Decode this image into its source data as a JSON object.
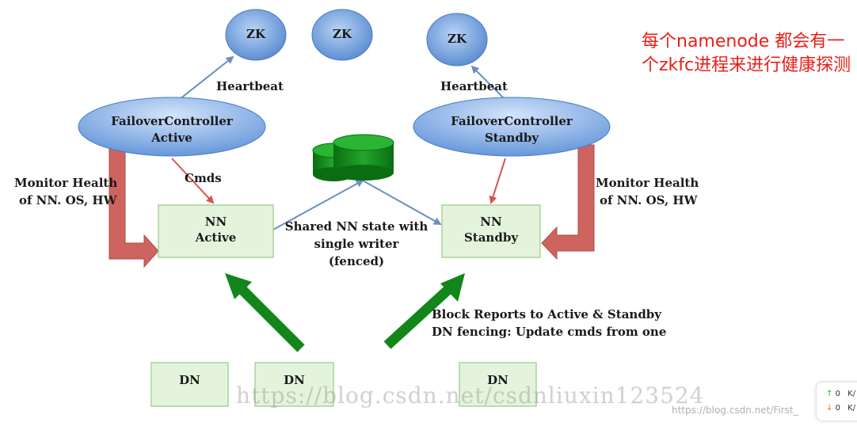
{
  "zk_nodes": [
    "ZK",
    "ZK",
    "ZK"
  ],
  "heartbeat_left": "Heartbeat",
  "heartbeat_right": "Heartbeat",
  "fc_active": {
    "line1": "FailoverController",
    "line2": "Active"
  },
  "fc_standby": {
    "line1": "FailoverController",
    "line2": "Standby"
  },
  "cmds": "Cmds",
  "monitor_left": {
    "line1": "Monitor Health",
    "line2": "of NN. OS, HW"
  },
  "monitor_right": {
    "line1": "Monitor Health",
    "line2": "of NN. OS, HW"
  },
  "nn_active": {
    "line1": "NN",
    "line2": "Active"
  },
  "nn_standby": {
    "line1": "NN",
    "line2": "Standby"
  },
  "shared_state": {
    "line1": "Shared NN state with",
    "line2": "single writer",
    "line3": "(fenced)"
  },
  "block_reports": {
    "line1": "Block Reports to Active & Standby",
    "line2": "DN fencing: Update cmds from one"
  },
  "dn_nodes": [
    "DN",
    "DN",
    "DN"
  ],
  "annotation": "每个namenode 都会有一个zkfc进程来进行健康探测",
  "watermark": "https://blog.csdn.net/csdnliuxin123524",
  "watermark_small": "https://blog.csdn.net/First_",
  "net_widget": {
    "up": "0",
    "up_unit": "K/",
    "down": "0",
    "down_unit": "K/"
  },
  "colors": {
    "zk_fill": "#5b8fd6",
    "fc_fill": "#6d9de0",
    "nn_fill": "#e4f4dc",
    "dn_fill": "#e4f4dc",
    "monitor_arrow": "#cd6460",
    "green_arrow": "#12861a",
    "blue_arrow": "#6b8fc0",
    "cmds_arrow": "#d9534f",
    "annotation": "#e8201a"
  }
}
